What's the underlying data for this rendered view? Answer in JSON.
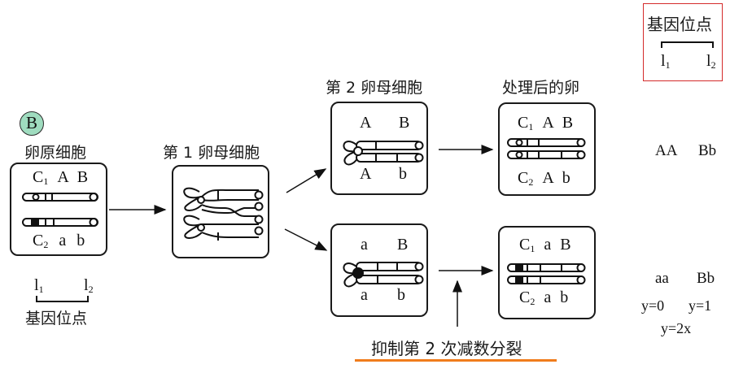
{
  "badge": {
    "label": "B",
    "color": "#9fdcbf"
  },
  "stages": {
    "oogonium": {
      "title": "卵原细胞",
      "top_labels": {
        "c": "C",
        "c_sub": "1",
        "g1": "A",
        "g2": "B"
      },
      "bottom_labels": {
        "c": "C",
        "c_sub": "2",
        "g1": "a",
        "g2": "b"
      }
    },
    "primary_oocyte": {
      "title": "第 1 卵母细胞"
    },
    "secondary_oocyte_top": {
      "title": "第 2 卵母细胞",
      "top_labels": {
        "g1": "A",
        "g2": "B"
      },
      "bottom_labels": {
        "g1": "A",
        "g2": "b"
      }
    },
    "secondary_oocyte_bottom": {
      "top_labels": {
        "g1": "a",
        "g2": "B"
      },
      "bottom_labels": {
        "g1": "a",
        "g2": "b"
      }
    },
    "treated_egg_top": {
      "title": "处理后的卵",
      "top_labels": {
        "c": "C",
        "c_sub": "1",
        "g1": "A",
        "g2": "B"
      },
      "bottom_labels": {
        "c": "C",
        "c_sub": "2",
        "g1": "A",
        "g2": "b"
      }
    },
    "treated_egg_bottom": {
      "top_labels": {
        "c": "C",
        "c_sub": "1",
        "g1": "a",
        "g2": "B"
      },
      "bottom_labels": {
        "c": "C",
        "c_sub": "2",
        "g1": "a",
        "g2": "b"
      }
    }
  },
  "gene_locus_legend_left": {
    "l1": "l",
    "l1_sub": "1",
    "l2": "l",
    "l2_sub": "2",
    "caption": "基因位点"
  },
  "gene_locus_legend_top_right": {
    "caption": "基因位点",
    "l1": "l",
    "l1_sub": "1",
    "l2": "l",
    "l2_sub": "2",
    "border_color": "#d42a2a"
  },
  "suppress_label": {
    "text": "抑制第 2 次减数分裂",
    "underline_color": "#f07c1c"
  },
  "genotypes": {
    "top": {
      "g1": "AA",
      "g2": "Bb"
    },
    "bottom": {
      "g1": "aa",
      "g2": "Bb"
    },
    "formulas": {
      "f1": "y=0",
      "f2": "y=1",
      "f3": "y=2x"
    }
  }
}
